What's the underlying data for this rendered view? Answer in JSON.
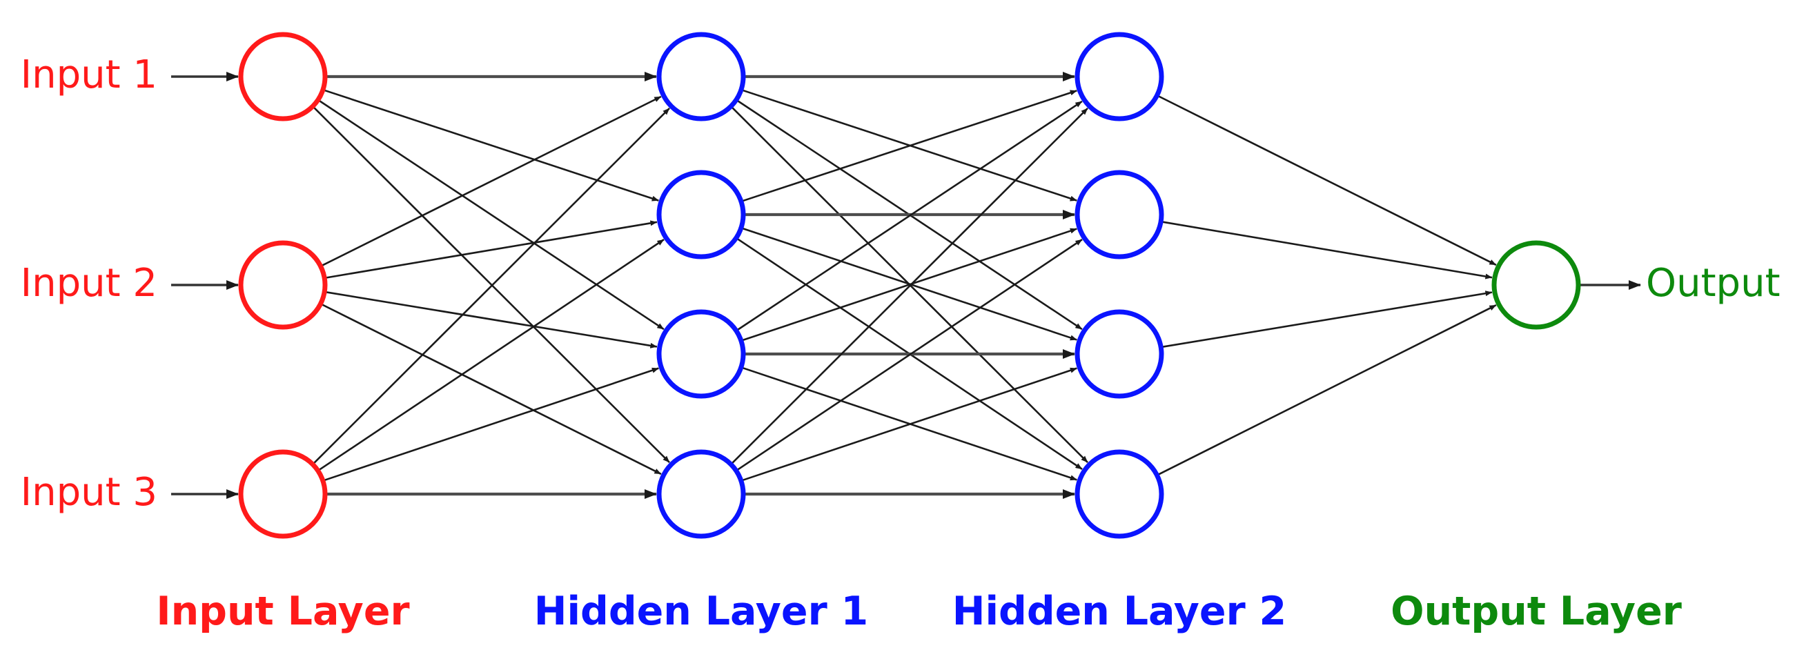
{
  "inputs": [
    {
      "label": "Input 1"
    },
    {
      "label": "Input 2"
    },
    {
      "label": "Input 3"
    }
  ],
  "output": {
    "label": "Output"
  },
  "layers": [
    {
      "name": "Input Layer",
      "nodes": 3,
      "color": "#ff1a1a"
    },
    {
      "name": "Hidden Layer 1",
      "nodes": 4,
      "color": "#0a14ff"
    },
    {
      "name": "Hidden Layer 2",
      "nodes": 4,
      "color": "#0a14ff"
    },
    {
      "name": "Output Layer",
      "nodes": 1,
      "color": "#0d8a0d"
    }
  ],
  "edge_color": "#1a1a1a"
}
